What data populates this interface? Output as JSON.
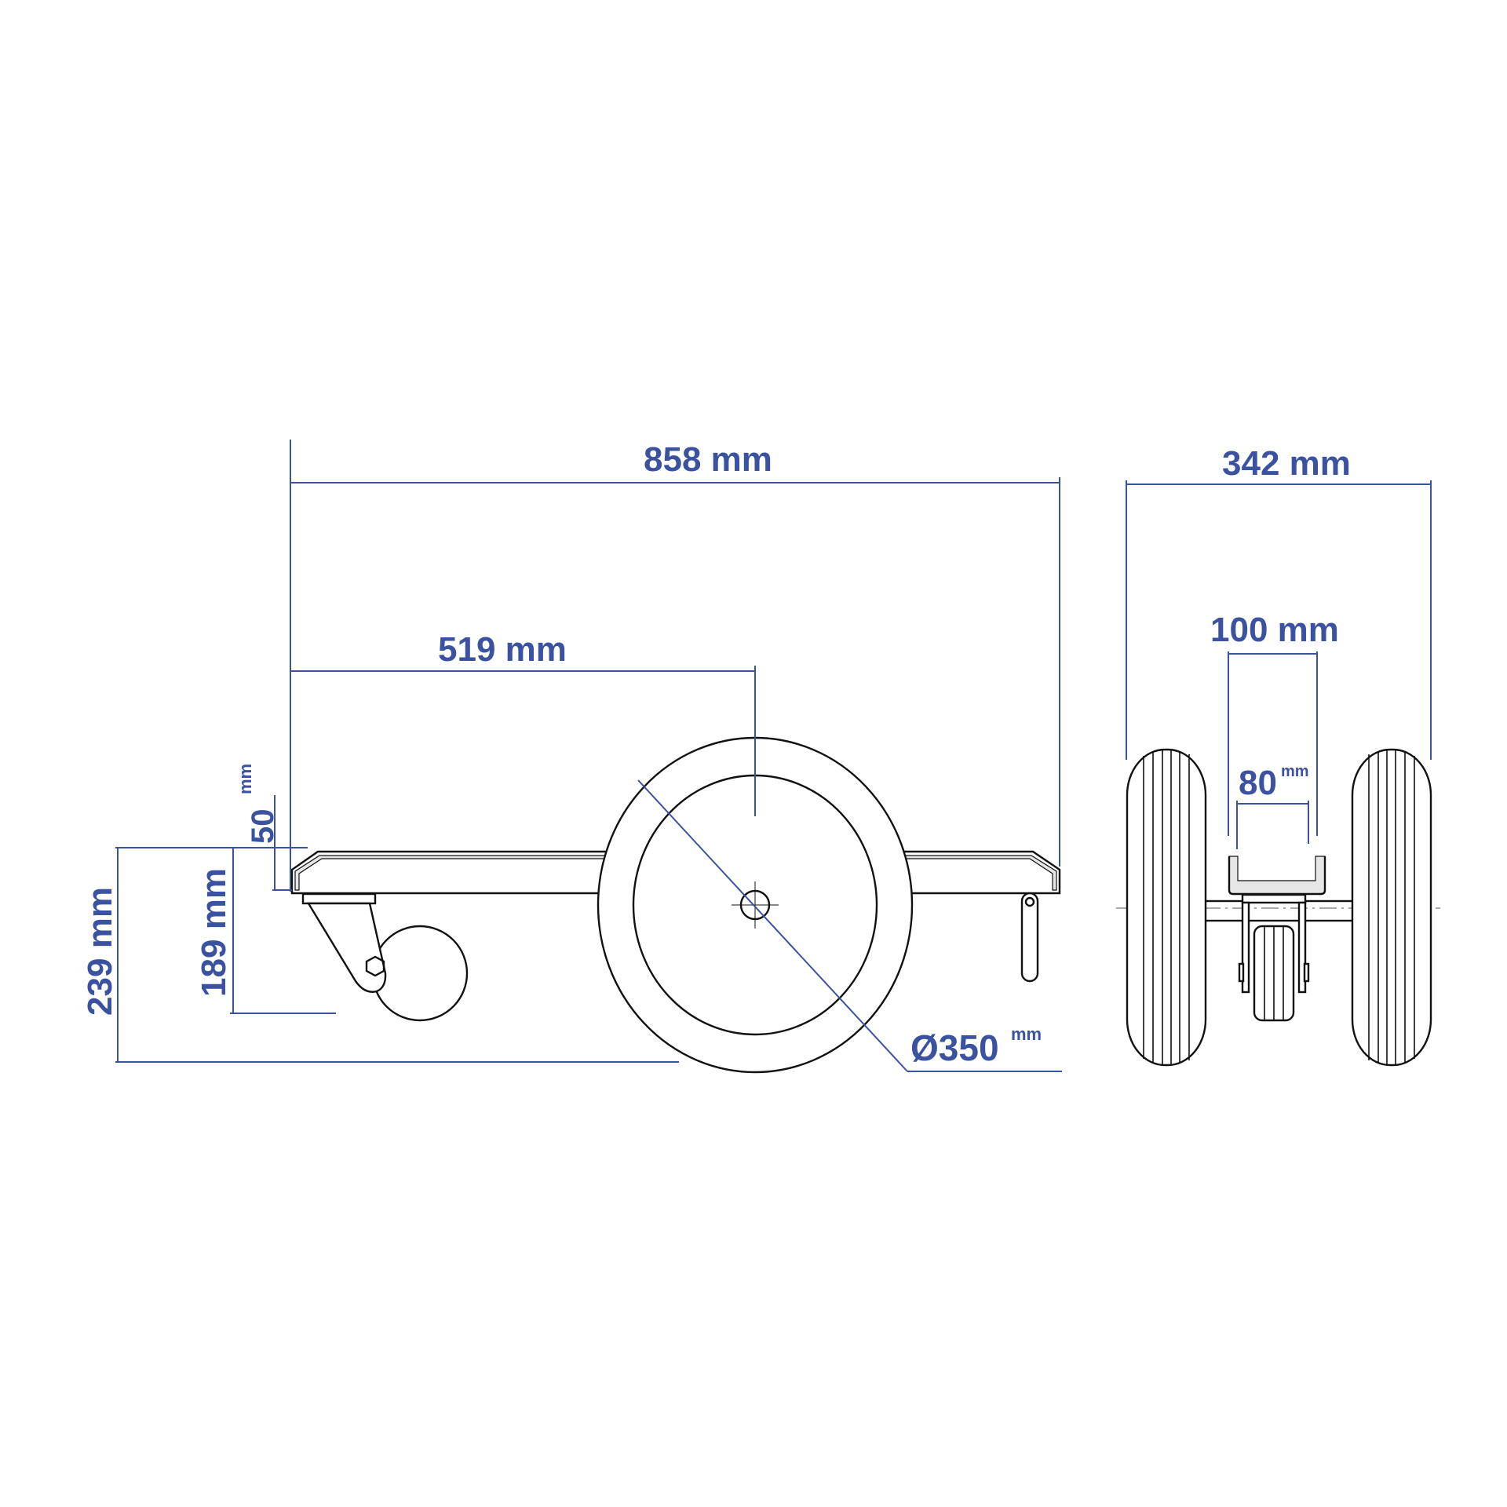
{
  "drawing": {
    "accent_color": "#3a52a0",
    "line_color": "#111111",
    "side_view": {
      "dimensions": {
        "overall_length": "858 mm",
        "axle_position": "519 mm",
        "platform_height_value": "50",
        "platform_height_unit": "mm",
        "caster_height": "189 mm",
        "overall_height": "239 mm",
        "wheel_diameter_value": "Ø350",
        "wheel_diameter_unit": "mm"
      }
    },
    "front_view": {
      "dimensions": {
        "overall_width": "342 mm",
        "channel_outer_width": "100 mm",
        "channel_inner_width_value": "80",
        "channel_inner_width_unit": "mm"
      }
    }
  }
}
